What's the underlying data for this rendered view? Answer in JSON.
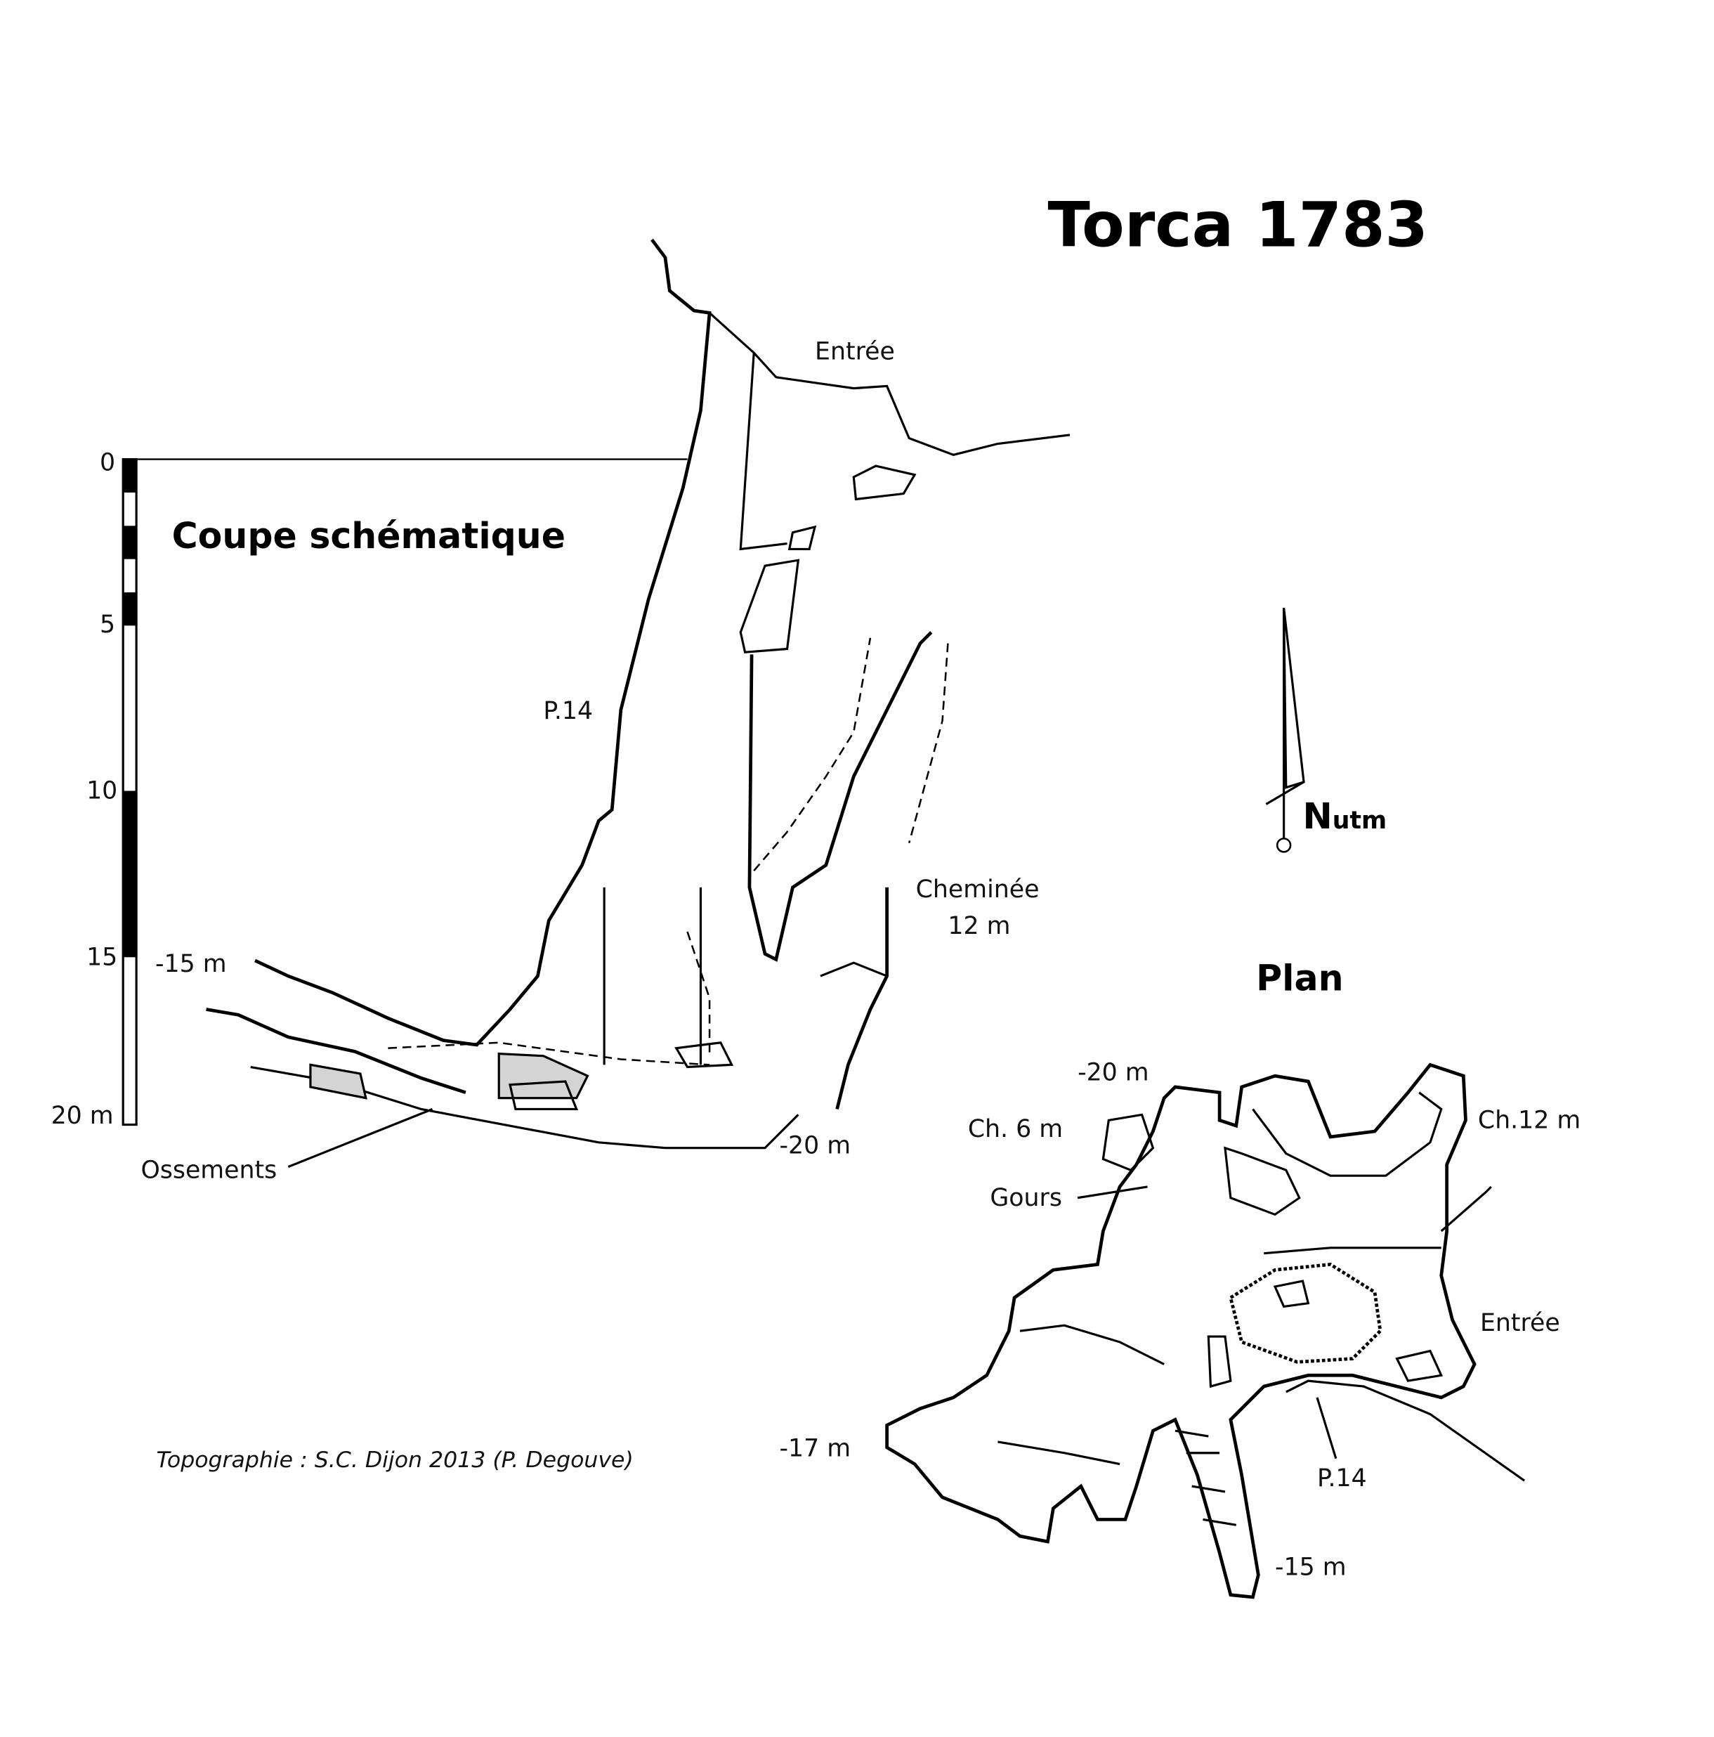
{
  "title": "Torca 1783",
  "section": {
    "heading": "Coupe schématique",
    "scale_ticks": [
      "0",
      "5",
      "10",
      "15",
      "20 m"
    ],
    "labels": {
      "entree": "Entrée",
      "pit": "P.14",
      "chimney_1": "Cheminée",
      "chimney_2": "12 m",
      "depth_15": "-15 m",
      "depth_20": "-20 m",
      "bones": "Ossements"
    }
  },
  "north": {
    "letter": "N",
    "sub": "utm"
  },
  "plan": {
    "heading": "Plan",
    "labels": {
      "depth_20": "-20 m",
      "ch6": "Ch. 6 m",
      "gours": "Gours",
      "ch12": "Ch.12 m",
      "entree": "Entrée",
      "depth_17": "-17 m",
      "pit": "P.14",
      "depth_15": "-15 m"
    }
  },
  "credit": "Topographie : S.C. Dijon 2013 (P. Degouve)",
  "colors": {
    "ink": "#000000",
    "fill_grey": "#d4d4d4"
  }
}
